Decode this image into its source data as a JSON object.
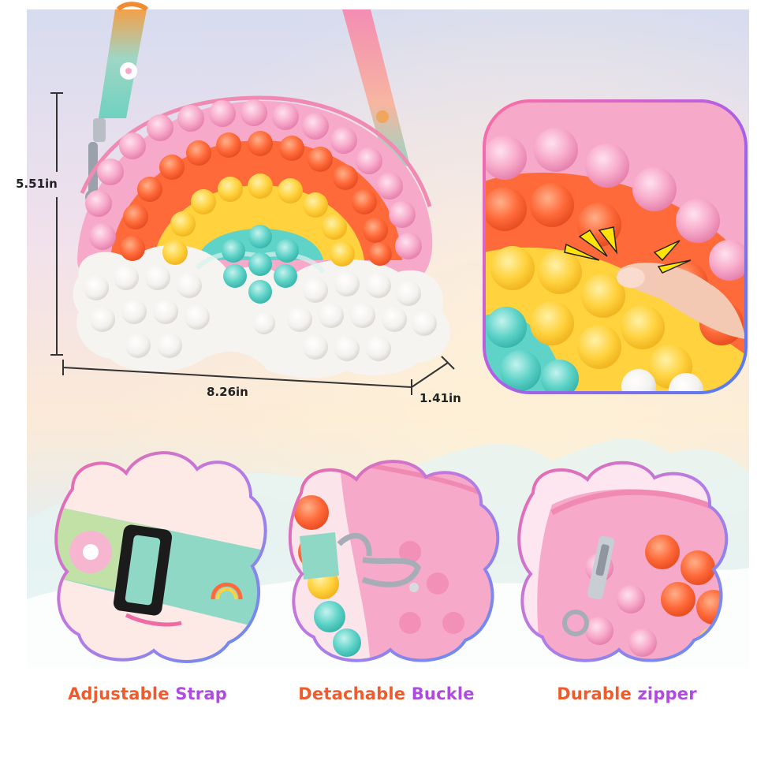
{
  "dimensions": {
    "height": "5.51in",
    "width": "8.26in",
    "depth": "1.41in"
  },
  "features": [
    {
      "word_a": "Adjustable",
      "word_b": "Strap"
    },
    {
      "word_a": "Detachable",
      "word_b": "Buckle"
    },
    {
      "word_a": "Durable",
      "word_b": "zipper"
    }
  ],
  "colors": {
    "pink": "#f7a9c9",
    "orange": "#ff6a3a",
    "yellow": "#ffd23e",
    "teal": "#5fd3c8",
    "white": "#f6f4f1",
    "caption_warm": "#ee5b2d",
    "caption_cool": "#b04be0"
  }
}
